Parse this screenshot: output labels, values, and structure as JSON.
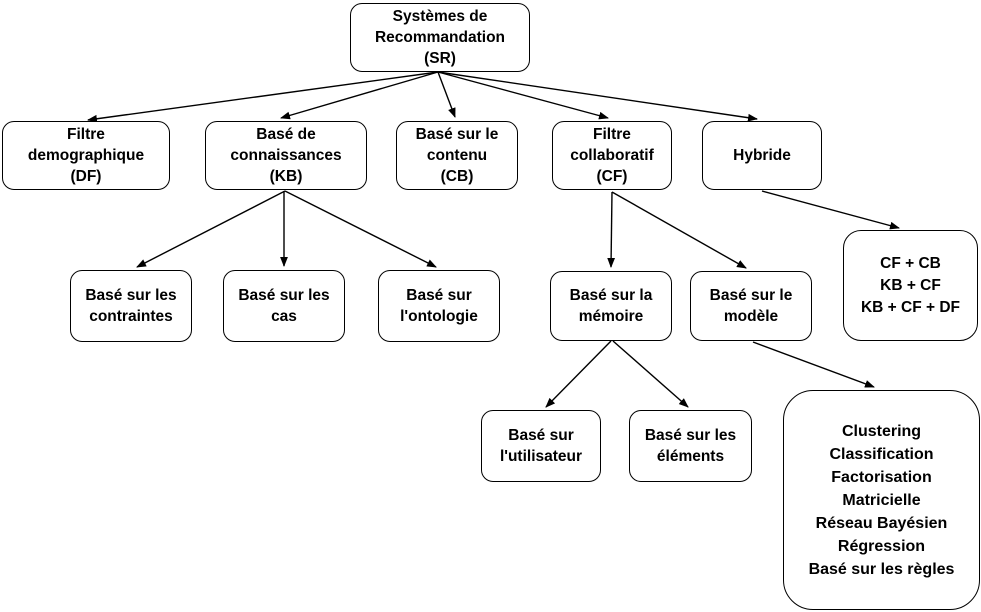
{
  "diagram": {
    "type": "tree",
    "colors": {
      "background": "#ffffff",
      "node_border": "#000000",
      "node_fill": "#ffffff",
      "text": "#000000",
      "arrow": "#000000"
    },
    "nodes": {
      "sr": {
        "label": "Systèmes de\nRecommandation\n(SR)"
      },
      "df": {
        "label": "Filtre\ndemographique\n(DF)"
      },
      "kb": {
        "label": "Basé de\nconnaissances\n(KB)"
      },
      "cb": {
        "label": "Basé sur le\ncontenu\n(CB)"
      },
      "cf": {
        "label": "Filtre\ncollaboratif\n(CF)"
      },
      "hybride": {
        "label": "Hybride"
      },
      "contraintes": {
        "label": "Basé sur les\ncontraintes"
      },
      "cas": {
        "label": "Basé sur les\ncas"
      },
      "ontologie": {
        "label": "Basé sur\nl'ontologie"
      },
      "memoire": {
        "label": "Basé sur la\nmémoire"
      },
      "modele": {
        "label": "Basé sur le\nmodèle"
      },
      "combos": {
        "label": "CF + CB\nKB + CF\nKB + CF + DF"
      },
      "utilisateur": {
        "label": "Basé sur\nl'utilisateur"
      },
      "elements": {
        "label": "Basé sur les\néléments"
      },
      "methods": {
        "label": "Clustering\nClassification\nFactorisation\nMatricielle\nRéseau Bayésien\nRégression\nBasé sur les règles"
      }
    },
    "edges": [
      {
        "from": "sr",
        "to": "df"
      },
      {
        "from": "sr",
        "to": "kb"
      },
      {
        "from": "sr",
        "to": "cb"
      },
      {
        "from": "sr",
        "to": "cf"
      },
      {
        "from": "sr",
        "to": "hybride"
      },
      {
        "from": "kb",
        "to": "contraintes"
      },
      {
        "from": "kb",
        "to": "cas"
      },
      {
        "from": "kb",
        "to": "ontologie"
      },
      {
        "from": "cf",
        "to": "memoire"
      },
      {
        "from": "cf",
        "to": "modele"
      },
      {
        "from": "hybride",
        "to": "combos"
      },
      {
        "from": "memoire",
        "to": "utilisateur"
      },
      {
        "from": "memoire",
        "to": "elements"
      },
      {
        "from": "modele",
        "to": "methods"
      }
    ]
  }
}
